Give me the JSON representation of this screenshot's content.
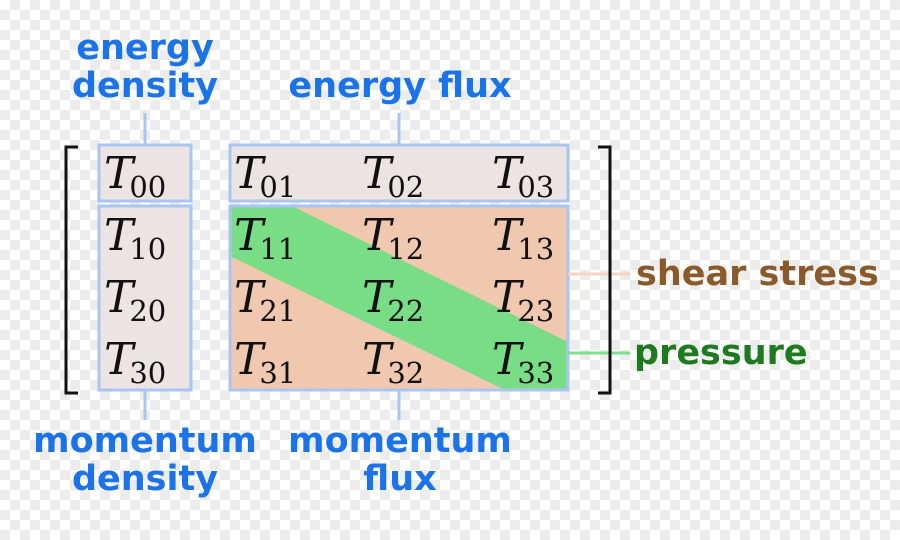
{
  "labels": {
    "energy_density": [
      "energy",
      "density"
    ],
    "energy_flux": "energy flux",
    "momentum_density": [
      "momentum",
      "density"
    ],
    "momentum_flux": [
      "momentum",
      "flux"
    ],
    "shear_stress": "shear stress",
    "pressure": "pressure"
  },
  "matrix": {
    "symbol": "T",
    "rows": [
      [
        "00",
        "01",
        "02",
        "03"
      ],
      [
        "10",
        "11",
        "12",
        "13"
      ],
      [
        "20",
        "21",
        "22",
        "23"
      ],
      [
        "30",
        "31",
        "32",
        "33"
      ]
    ]
  },
  "colors": {
    "label_blue": "#1a73e8",
    "box_border": "#a9c6f2",
    "energy_fill": "#ece3e3",
    "shear_fill": "#f0c8b0",
    "pressure_fill": "#78dd84",
    "shear_label": "#8b5a2b",
    "pressure_label": "#1e7a1e",
    "shear_line": "#f7d3c0",
    "pressure_line": "#7ee08a"
  }
}
